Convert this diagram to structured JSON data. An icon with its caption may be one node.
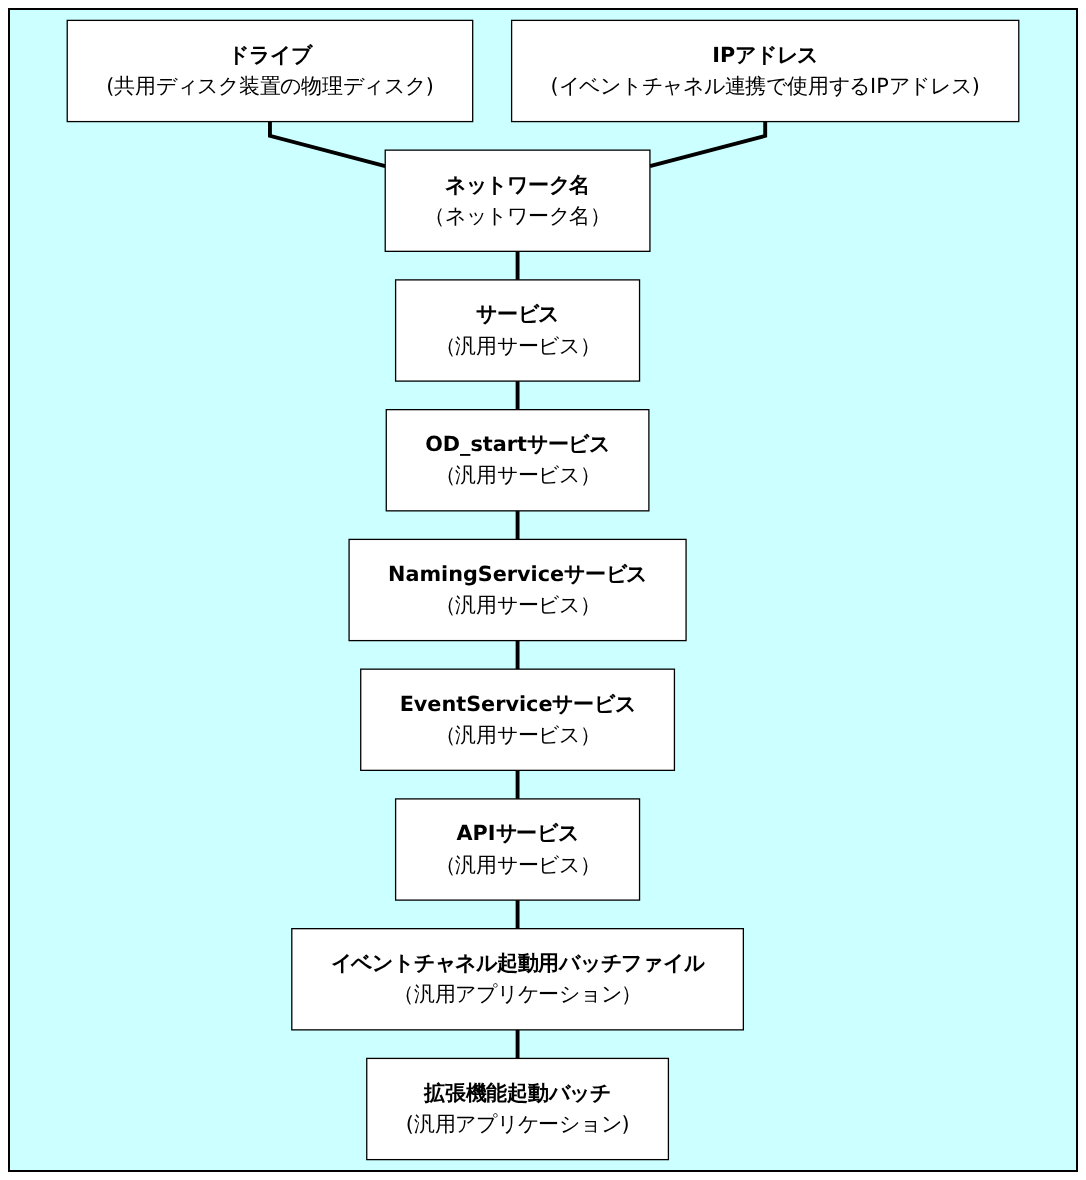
{
  "diagram": {
    "nodes": [
      {
        "text": [
          "ドライブ",
          "(共用ディスク装置の物理ディスク)"
        ]
      },
      {
        "text": [
          "IPアドレス",
          "(イベントチャネル連携で使用するIPアドレス)"
        ]
      },
      {
        "text": [
          "ネットワーク名",
          "（ネットワーク名）"
        ]
      },
      {
        "text": [
          "サービス",
          "（汎用サービス）"
        ]
      },
      {
        "text": [
          "OD_startサービス",
          "（汎用サービス）"
        ]
      },
      {
        "text": [
          "NamingServiceサービス",
          "（汎用サービス）"
        ]
      },
      {
        "text": [
          "EventServiceサービス",
          "（汎用サービス）"
        ]
      },
      {
        "text": [
          "APIサービス",
          "（汎用サービス）"
        ]
      },
      {
        "text": [
          "イベントチャネル起動用バッチファイル",
          "（汎用アプリケーション）"
        ]
      },
      {
        "text": [
          "拡張機能起動バッチ",
          "(汎用アプリケーション)"
        ]
      }
    ],
    "edges": [
      {
        "from": 0,
        "to": 2,
        "arrow": "none"
      },
      {
        "from": 1,
        "to": 2,
        "arrow": "none"
      },
      {
        "from": 2,
        "to": 3,
        "arrow": "none"
      },
      {
        "from": 3,
        "to": 4,
        "arrow": "none"
      },
      {
        "from": 4,
        "to": 5,
        "arrow": "none"
      },
      {
        "from": 5,
        "to": 6,
        "arrow": "none"
      },
      {
        "from": 6,
        "to": 7,
        "arrow": "none"
      },
      {
        "from": 7,
        "to": 8,
        "arrow": "none"
      },
      {
        "from": 8,
        "to": 9,
        "arrow": "none"
      }
    ]
  }
}
